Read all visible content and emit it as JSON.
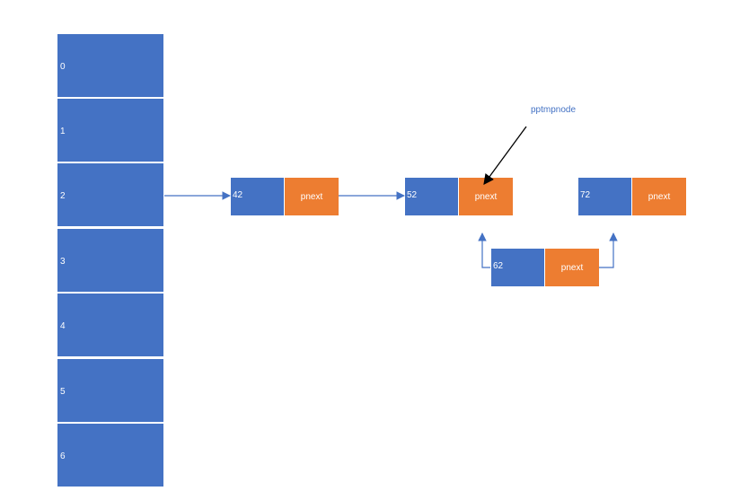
{
  "colors": {
    "key_fill": "#4472c4",
    "next_fill": "#ed7d31",
    "link_arrow": "#4472c4",
    "pointer_arrow": "#000000",
    "pointer_label": "#4472c4"
  },
  "buckets": [
    "0",
    "1",
    "2",
    "3",
    "4",
    "5",
    "6"
  ],
  "nodes": [
    {
      "key": "42",
      "next_label": "pnext"
    },
    {
      "key": "52",
      "next_label": "pnext"
    },
    {
      "key": "72",
      "next_label": "pnext"
    },
    {
      "key": "62",
      "next_label": "pnext"
    }
  ],
  "pointer": {
    "label": "pptmpnode"
  }
}
